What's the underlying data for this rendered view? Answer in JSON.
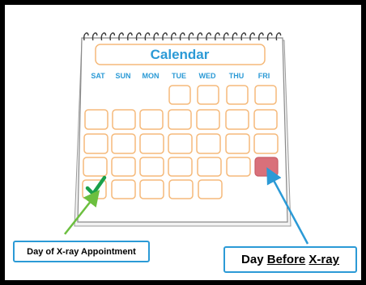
{
  "calendar": {
    "title": "Calendar",
    "weekdays": [
      "SAT",
      "SUN",
      "MON",
      "TUE",
      "WED",
      "THU",
      "FRI"
    ]
  },
  "callouts": {
    "appointment": "Day of X-ray Appointment",
    "before_prefix": "Day ",
    "before_underlined_1": "Before",
    "before_middle": " ",
    "before_underlined_2": "X-ray"
  },
  "colors": {
    "frame": "#000000",
    "accent_blue": "#2b9ad6",
    "cell_border": "#f5b97a",
    "highlight_cell": "#d9707a",
    "check_green": "#1aa04a",
    "arrow_green": "#6cbf3f",
    "arrow_blue": "#2b9ad6"
  },
  "icons": {
    "checkmark": "check-icon",
    "arrow_to_appointment": "arrow-icon",
    "arrow_to_before": "arrow-icon"
  }
}
